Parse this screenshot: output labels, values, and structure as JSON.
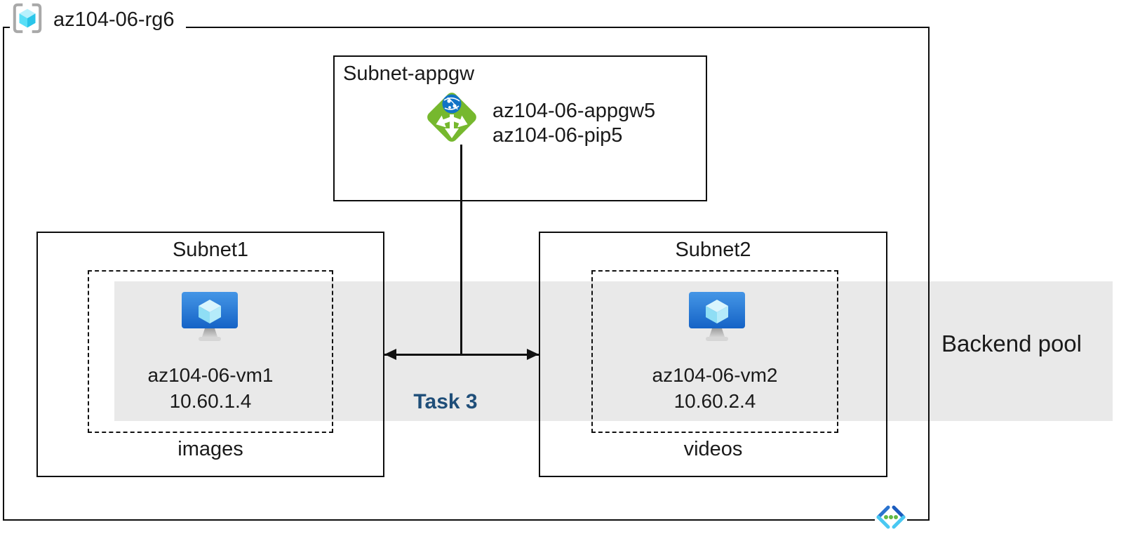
{
  "resource_group": {
    "name": "az104-06-rg6"
  },
  "appgw_subnet": {
    "name": "Subnet-appgw",
    "gateway_name": "az104-06-appgw5",
    "public_ip_name": "az104-06-pip5"
  },
  "subnet1": {
    "name": "Subnet1",
    "vm_name": "az104-06-vm1",
    "vm_ip": "10.60.1.4",
    "label": "images"
  },
  "subnet2": {
    "name": "Subnet2",
    "vm_name": "az104-06-vm2",
    "vm_ip": "10.60.2.4",
    "label": "videos"
  },
  "backend_pool_label": "Backend pool",
  "task_label": "Task 3",
  "icons": {
    "resource_group": "azure-resource-group-icon",
    "application_gateway": "azure-application-gateway-icon",
    "virtual_machine": "azure-virtual-machine-icon",
    "virtual_network": "azure-virtual-network-icon"
  },
  "colors": {
    "backend_pool_band": "#e9e9e9",
    "task_label": "#1f4e79",
    "gateway_green": "#76b82e",
    "vm_blue_top": "#4596e6",
    "vm_blue_bottom": "#1563c6",
    "rg_cube_cyan": "#3fd4f2",
    "vnet_dot_green": "#62ba46",
    "outline": "#0d0d0d"
  }
}
